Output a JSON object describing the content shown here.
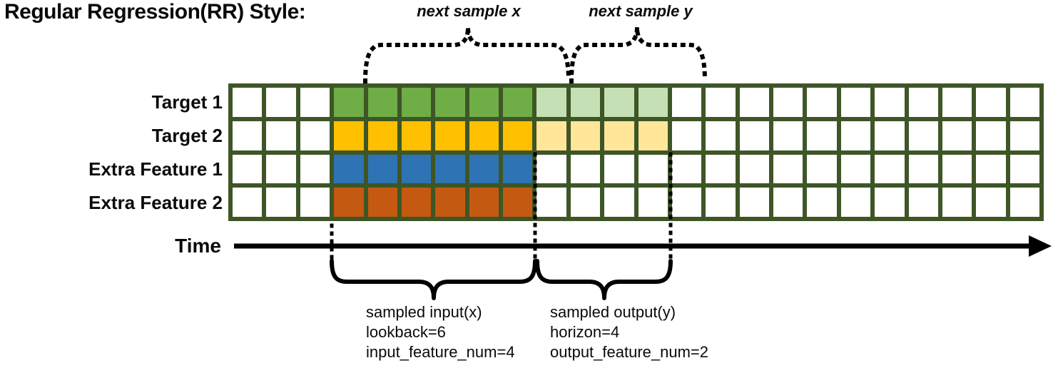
{
  "title": "Regular Regression(RR) Style:",
  "annotations": {
    "next_sample_x": "next sample x",
    "next_sample_y": "next sample y",
    "time_label": "Time",
    "input_lines": [
      "sampled input(x)",
      "lookback=6",
      "input_feature_num=4"
    ],
    "output_lines": [
      "sampled output(y)",
      "horizon=4",
      "output_feature_num=2"
    ]
  },
  "colors": {
    "grid_border": "#3e5626",
    "cell_empty": "#ffffff",
    "target1_input": "#6fad47",
    "target1_output": "#c5e0b4",
    "target2_input": "#ffc000",
    "target2_output": "#ffe699",
    "extra1_input": "#2e74b5",
    "extra2_input": "#c45911",
    "annotation_ink": "#000000"
  },
  "grid": {
    "columns": 24,
    "input_start_col": 3,
    "input_cols": 6,
    "output_cols": 4,
    "rows": [
      {
        "label": "Target 1",
        "fills": [
          {
            "start": 3,
            "count": 6,
            "color": "target1_input"
          },
          {
            "start": 9,
            "count": 4,
            "color": "target1_output"
          }
        ]
      },
      {
        "label": "Target 2",
        "fills": [
          {
            "start": 3,
            "count": 6,
            "color": "target2_input"
          },
          {
            "start": 9,
            "count": 4,
            "color": "target2_output"
          }
        ]
      },
      {
        "label": "Extra Feature 1",
        "fills": [
          {
            "start": 3,
            "count": 6,
            "color": "extra1_input"
          }
        ]
      },
      {
        "label": "Extra Feature 2",
        "fills": [
          {
            "start": 3,
            "count": 6,
            "color": "extra2_input"
          }
        ]
      }
    ]
  }
}
